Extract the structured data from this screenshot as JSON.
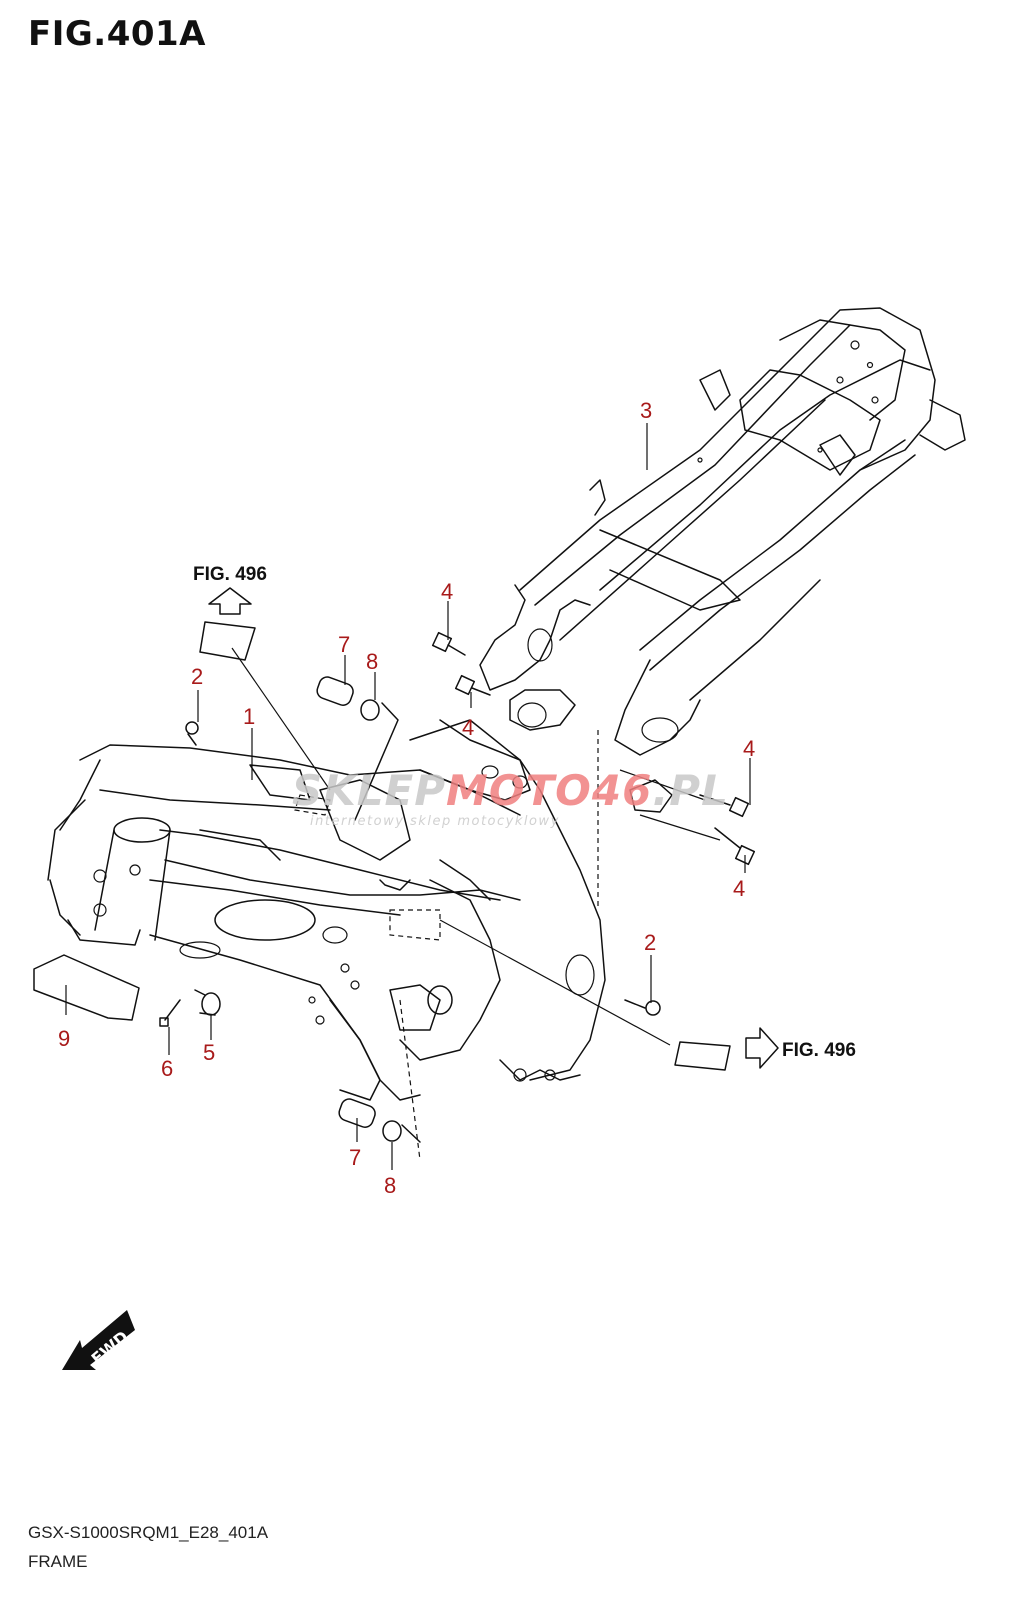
{
  "figure": {
    "title": "FIG.401A",
    "model_code": "GSX-S1000SRQM1_E28_401A",
    "name": "FRAME"
  },
  "fig_refs": [
    {
      "label": "FIG. 496",
      "arrow": "up"
    },
    {
      "label": "FIG. 496",
      "arrow": "right"
    }
  ],
  "fwd_arrow": {
    "label": "FWD",
    "icon": "fwd-arrow-icon"
  },
  "callouts": [
    {
      "number": "1",
      "part": "frame-main"
    },
    {
      "number": "2",
      "part": "clip-upper"
    },
    {
      "number": "2",
      "part": "clip-right"
    },
    {
      "number": "3",
      "part": "seat-rail"
    },
    {
      "number": "4",
      "part": "bolt-upper-a"
    },
    {
      "number": "4",
      "part": "bolt-upper-b"
    },
    {
      "number": "4",
      "part": "bolt-right-a"
    },
    {
      "number": "4",
      "part": "bolt-right-b"
    },
    {
      "number": "5",
      "part": "collar"
    },
    {
      "number": "6",
      "part": "screw"
    },
    {
      "number": "7",
      "part": "adjuster-upper"
    },
    {
      "number": "7",
      "part": "adjuster-lower"
    },
    {
      "number": "8",
      "part": "nut-upper"
    },
    {
      "number": "8",
      "part": "nut-lower"
    },
    {
      "number": "9",
      "part": "label-plate"
    }
  ],
  "watermark": {
    "main_dark": "SKLEP",
    "main_red": "MOTO46",
    "suffix": ".PL",
    "tagline": "internetowy sklep motocyklowy",
    "color_dark": "#c8c8c8",
    "color_red": "#f08080"
  },
  "colors": {
    "callout": "#a81a1a",
    "line": "#111111",
    "background": "#ffffff"
  }
}
